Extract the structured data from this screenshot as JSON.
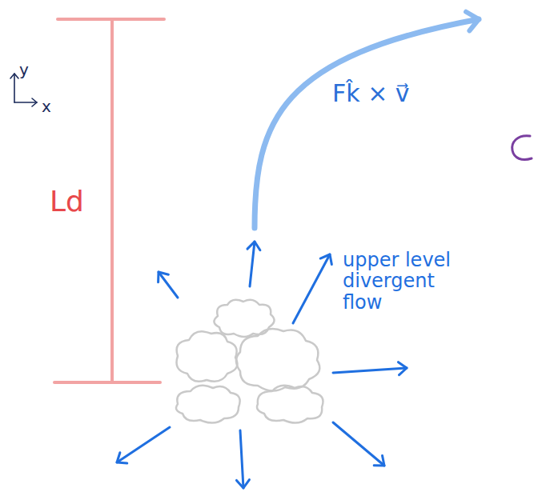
{
  "diagram": {
    "labels": [
      "y",
      "x",
      "Ld",
      "Fk̂ × v⃗",
      "upper level divergent flow"
    ]
  }
}
